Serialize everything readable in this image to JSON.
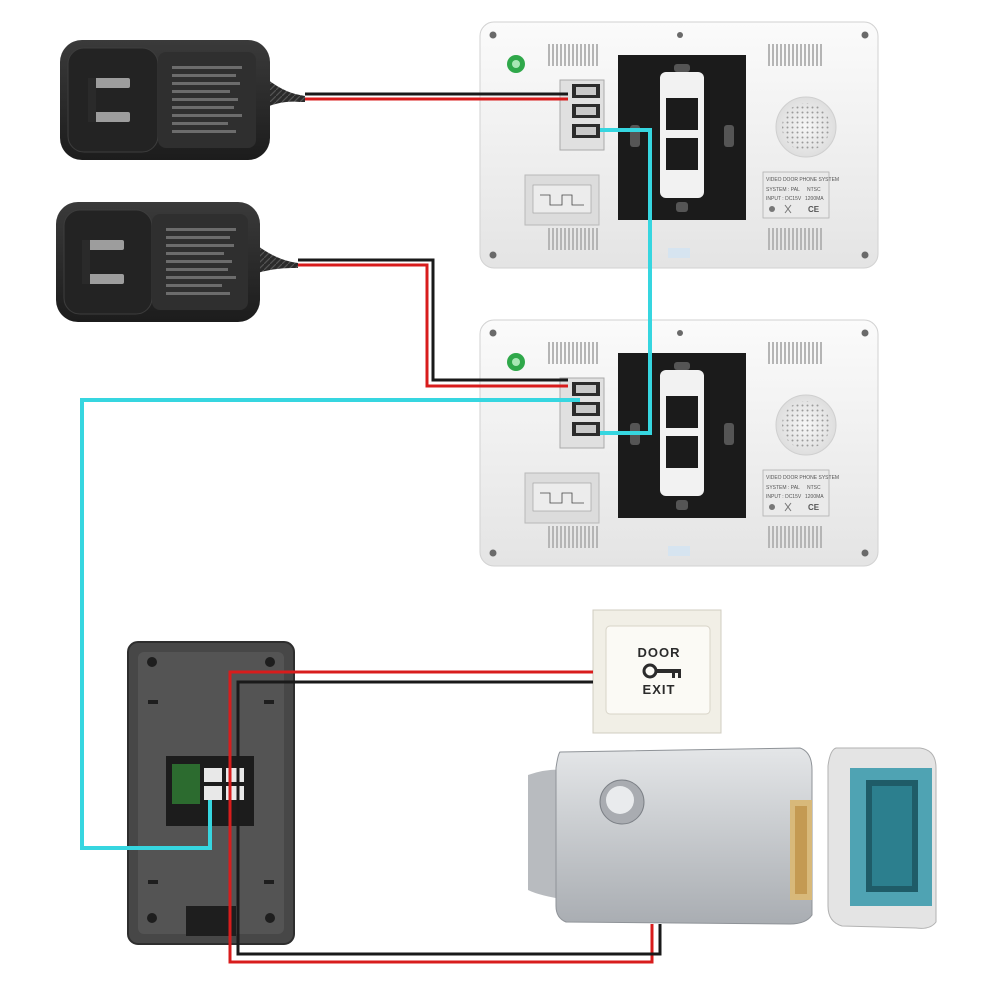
{
  "monitor": {
    "label_title": "VIDEO DOOR PHONE SYSTEM",
    "label_system": "SYSTEM : PAL",
    "label_ntsc": "NTSC",
    "label_input": "INPUT : DC15V",
    "label_current": "1200MA",
    "label_ce": "CE"
  },
  "exit_button": {
    "line1": "DOOR",
    "line2": "EXIT"
  },
  "colors": {
    "power_wire": "#d81c1c",
    "ground_wire": "#1a1a1a",
    "signal_wire": "#36d6e0",
    "adapter_body": "#2a2a2a",
    "monitor_body": "#f4f4f4",
    "bracket": "#1b1b1b",
    "outdoor_panel": "#4a4a4a",
    "lock_body": "#c9ccd0",
    "strike_frame": "#4fa3b3"
  }
}
